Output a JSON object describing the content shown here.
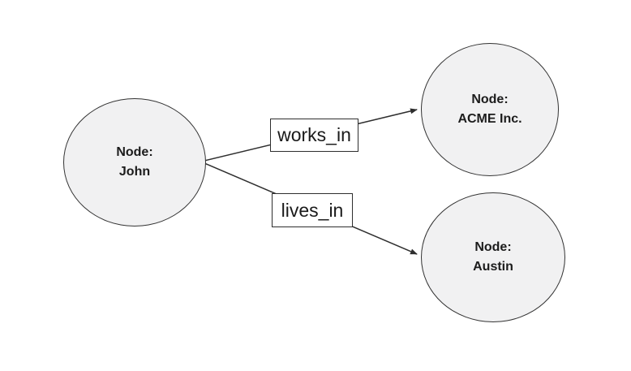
{
  "diagram": {
    "background_color": "#ffffff",
    "node_fill_color": "#f1f1f2",
    "node_border_color": "#333333",
    "edge_color": "#2e2e2e",
    "text_color": "#1c1c1c",
    "nodes": [
      {
        "id": "john",
        "prefix": "Node:",
        "name": "John"
      },
      {
        "id": "acme",
        "prefix": "Node:",
        "name": "ACME Inc."
      },
      {
        "id": "austin",
        "prefix": "Node:",
        "name": "Austin"
      }
    ],
    "edges": [
      {
        "label": "works_in",
        "from": "john",
        "to": "acme"
      },
      {
        "label": "lives_in",
        "from": "john",
        "to": "austin"
      }
    ]
  }
}
